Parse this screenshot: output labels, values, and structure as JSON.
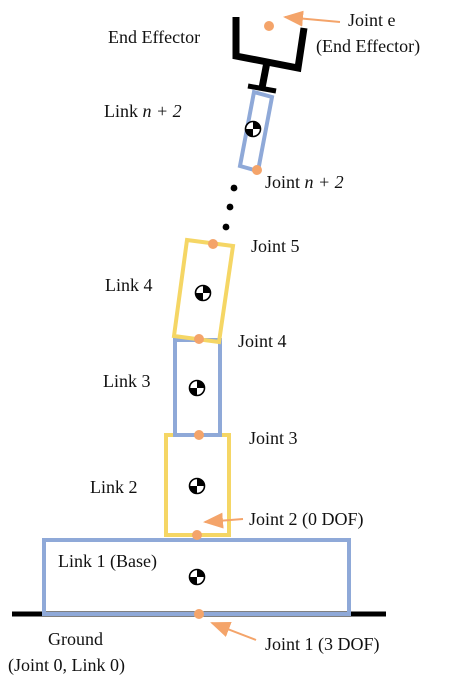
{
  "colors": {
    "blue_link": "#8fa9d8",
    "yellow_link": "#f5d665",
    "joint": "#f4a46a",
    "arrow": "#f4a46a",
    "black": "#000000"
  },
  "labels": {
    "end_effector": "End Effector",
    "joint_e_line1": "Joint e",
    "joint_e_line2": "(End Effector)",
    "link_n2_prefix": "Link ",
    "link_n2_math": "n + 2",
    "joint_n2_prefix": "Joint ",
    "joint_n2_math": "n + 2",
    "joint5": "Joint 5",
    "link4": "Link 4",
    "joint4": "Joint 4",
    "link3": "Link 3",
    "joint3": "Joint 3",
    "link2": "Link 2",
    "joint2": "Joint 2 (0 DOF)",
    "link1": "Link 1 (Base)",
    "ground_line1": "Ground",
    "ground_line2": "(Joint 0, Link 0)",
    "joint1": "Joint 1 (3 DOF)"
  },
  "icons": {
    "center_of_mass": "center-of-mass-icon",
    "joint": "joint-dot-icon",
    "gripper": "gripper-icon"
  }
}
